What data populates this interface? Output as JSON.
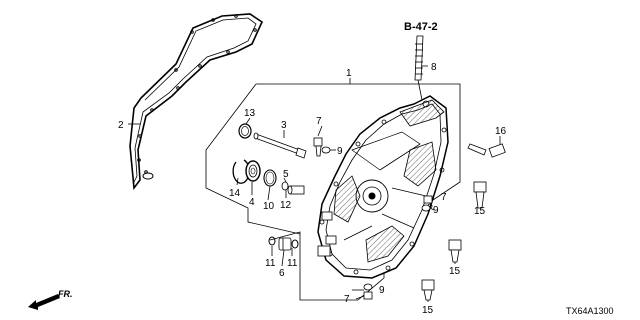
{
  "diagram": {
    "reference": "B-47-2",
    "drawing_code": "TX64A1300",
    "direction_label": "FR.",
    "callouts": [
      "1",
      "2",
      "3",
      "4",
      "5",
      "6",
      "7",
      "8",
      "9",
      "10",
      "11",
      "12",
      "13",
      "14",
      "15",
      "16"
    ]
  }
}
